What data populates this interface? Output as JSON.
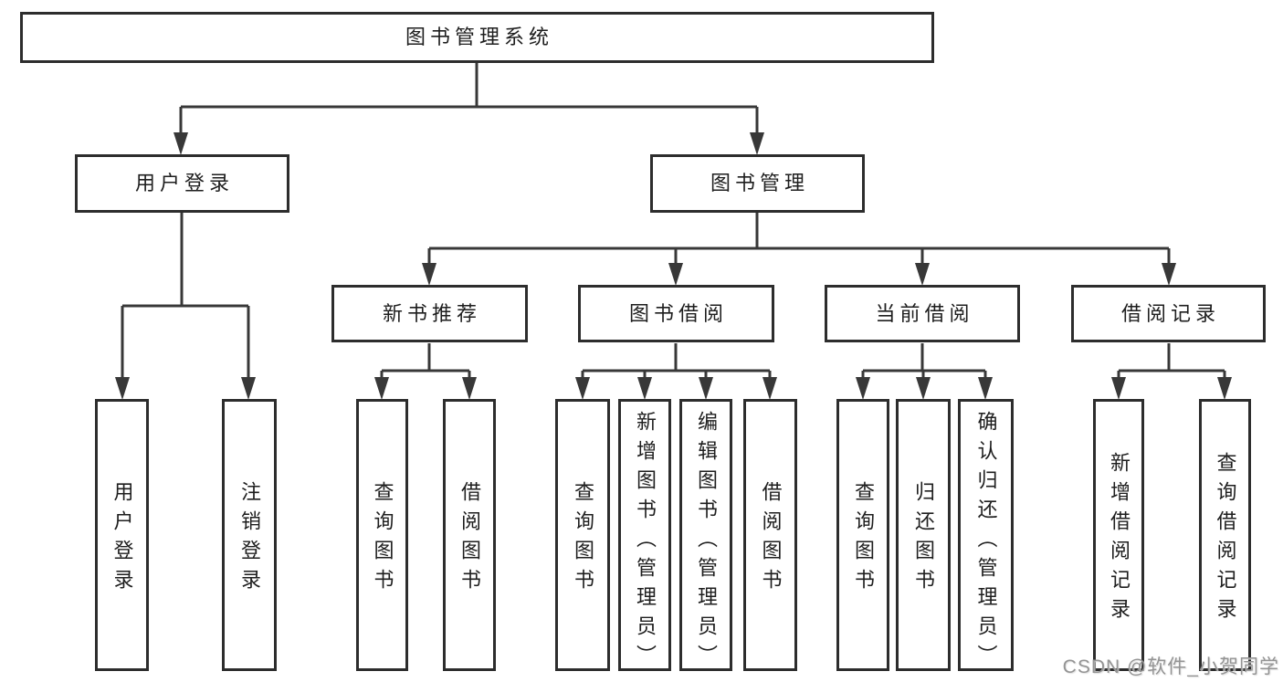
{
  "diagram": {
    "root": "图书管理系统",
    "branches": {
      "user": "用户登录",
      "mgmt": "图书管理"
    },
    "modules": {
      "newbook": "新书推荐",
      "borrow": "图书借阅",
      "current": "当前借阅",
      "records": "借阅记录"
    },
    "leaves": {
      "user_login": "用户登录",
      "user_logout": "注销登录",
      "nb_query": "查询图书",
      "nb_borrow": "借阅图书",
      "bb_query": "查询图书",
      "bb_add": "新增图书（管理员）",
      "bb_edit": "编辑图书（管理员）",
      "bb_borrow": "借阅图书",
      "cb_query": "查询图书",
      "cb_return": "归还图书",
      "cb_confirm": "确认归还（管理员）",
      "br_add": "新增借阅记录",
      "br_query": "查询借阅记录"
    }
  },
  "watermark": "CSDN @软件_小贺同学",
  "colors": {
    "line": "#383838",
    "border": "#2d2d2d",
    "text": "#1e1e1e",
    "watermark": "#949494",
    "background": "#ffffff"
  }
}
